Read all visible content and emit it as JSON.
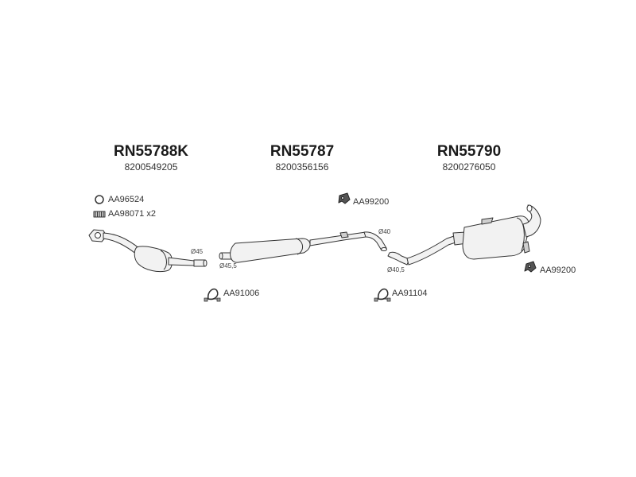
{
  "groups": [
    {
      "title": "RN55788K",
      "number": "8200549205"
    },
    {
      "title": "RN55787",
      "number": "8200356156"
    },
    {
      "title": "RN55790",
      "number": "8200276050"
    }
  ],
  "accessories": {
    "ring": "AA96524",
    "spring": "AA98071 x2",
    "hanger_mid": "AA99200",
    "hanger_rear": "AA99200",
    "clamp_left": "AA91006",
    "clamp_right": "AA91104"
  },
  "dimensions": {
    "d45": "Ø45",
    "d45_5": "Ø45,5",
    "d40": "Ø40",
    "d40_5": "Ø40,5"
  },
  "colors": {
    "line": "#333333",
    "fill": "#f2f2f2",
    "shade": "#cfcfcf"
  }
}
